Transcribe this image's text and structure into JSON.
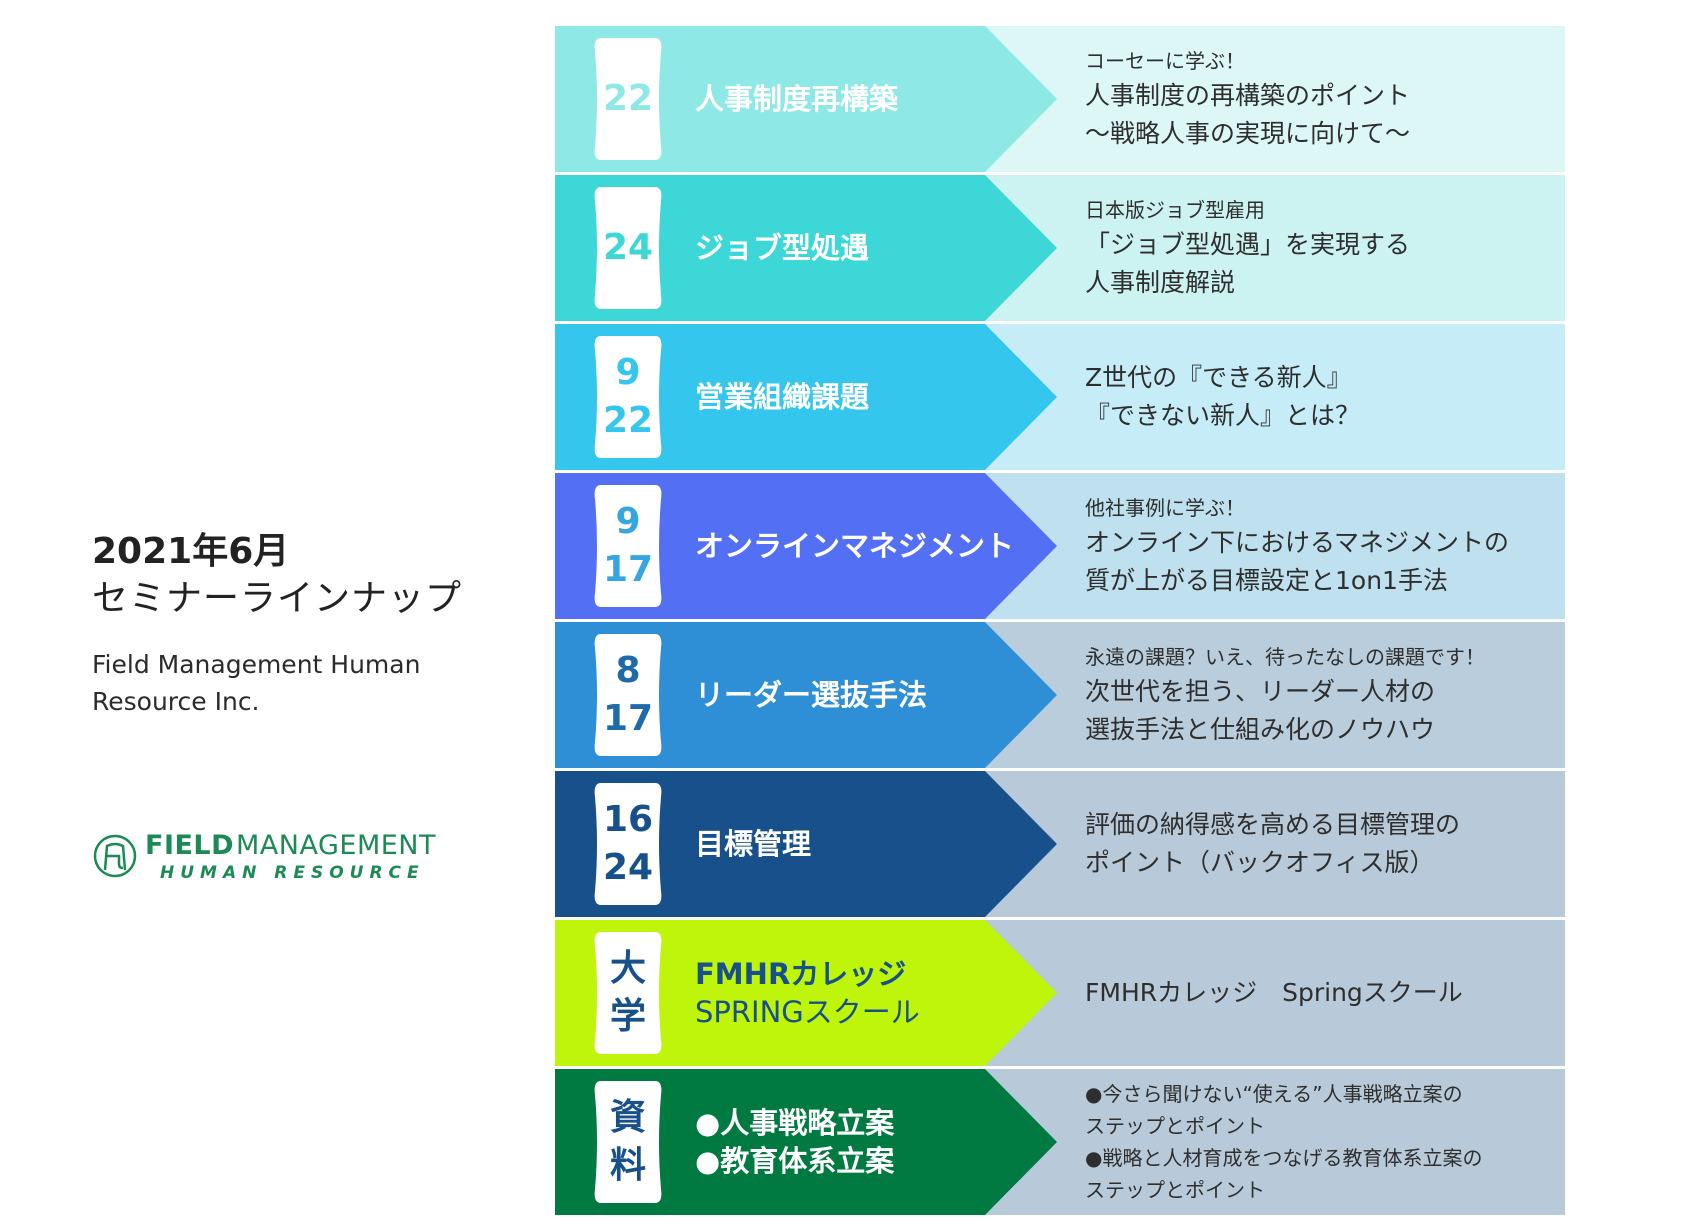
{
  "heading": {
    "line1": "2021年6月",
    "line2": "セミナーラインナップ",
    "company_line1": "Field Management Human",
    "company_line2": "Resource Inc."
  },
  "logo": {
    "word1": "FIELD",
    "word2": "MANAGEMENT",
    "word3": "HUMAN RESOURCE",
    "color": "#1c8a55"
  },
  "seminars": [
    {
      "badge": [
        "22"
      ],
      "title": [
        "人事制度再構築"
      ],
      "desc_small": [
        "コーセーに学ぶ！"
      ],
      "desc_big": [
        "人事制度の再構築のポイント",
        "〜戦略人事の実現に向けて〜"
      ],
      "arrow_color": "#8ee9e6",
      "panel_color": "#dcf7f6",
      "badge_text_color": "#8ee9e6",
      "title_color": "#ffffff"
    },
    {
      "badge": [
        "24"
      ],
      "title": [
        "ジョブ型処遇"
      ],
      "desc_small": [
        "日本版ジョブ型雇用"
      ],
      "desc_big": [
        "「ジョブ型処遇」を実現する",
        "人事制度解説"
      ],
      "arrow_color": "#3dd7d7",
      "panel_color": "#cdf2f2",
      "badge_text_color": "#3dd7d7",
      "title_color": "#ffffff"
    },
    {
      "badge": [
        "9",
        "22"
      ],
      "title": [
        "営業組織課題"
      ],
      "desc_small": [],
      "desc_big": [
        "Z世代の『できる新人』",
        "『できない新人』とは？"
      ],
      "arrow_color": "#35c6ee",
      "panel_color": "#c6ecf8",
      "badge_text_color": "#35c6ee",
      "title_color": "#ffffff"
    },
    {
      "badge": [
        "9",
        "17"
      ],
      "title": [
        "オンラインマネジメント"
      ],
      "desc_small": [
        "他社事例に学ぶ！"
      ],
      "desc_big": [
        "オンライン下におけるマネジメントの",
        "質が上がる目標設定と1on1手法"
      ],
      "arrow_color": "#5370f5",
      "panel_color": "#bfe0ee",
      "badge_text_color": "#35a6e0",
      "title_color": "#ffffff"
    },
    {
      "badge": [
        "8",
        "17"
      ],
      "title": [
        "リーダー選抜手法"
      ],
      "desc_small": [
        "永遠の課題？いえ、待ったなしの課題です！"
      ],
      "desc_big": [
        "次世代を担う、リーダー人材の",
        "選抜手法と仕組み化のノウハウ"
      ],
      "arrow_color": "#2e8fd6",
      "panel_color": "#b9cddc",
      "badge_text_color": "#1f6aa8",
      "title_color": "#ffffff"
    },
    {
      "badge": [
        "16",
        "24"
      ],
      "title": [
        "目標管理"
      ],
      "desc_small": [],
      "desc_big": [
        "評価の納得感を高める目標管理の",
        "ポイント（バックオフィス版）"
      ],
      "arrow_color": "#17508a",
      "panel_color": "#b8cad9",
      "badge_text_color": "#17508a",
      "title_color": "#ffffff"
    },
    {
      "badge": [
        "大",
        "学"
      ],
      "title": [
        "FMHRカレッジ",
        "SPRINGスクール"
      ],
      "desc_small": [],
      "desc_big": [
        "FMHRカレッジ　Springスクール"
      ],
      "arrow_color": "#bff50a",
      "panel_color": "#b8cad9",
      "badge_text_color": "#17508a",
      "title_color": "#17508a"
    },
    {
      "badge": [
        "資",
        "料"
      ],
      "title": [
        "●人事戦略立案",
        "●教育体系立案"
      ],
      "desc_small": [
        "●今さら聞けない“使える”人事戦略立案の",
        "ステップとポイント",
        "●戦略と人材育成をつなげる教育体系立案の",
        "ステップとポイント"
      ],
      "desc_big": [],
      "arrow_color": "#007a40",
      "panel_color": "#b8cad9",
      "badge_text_color": "#17508a",
      "title_color": "#ffffff"
    }
  ]
}
